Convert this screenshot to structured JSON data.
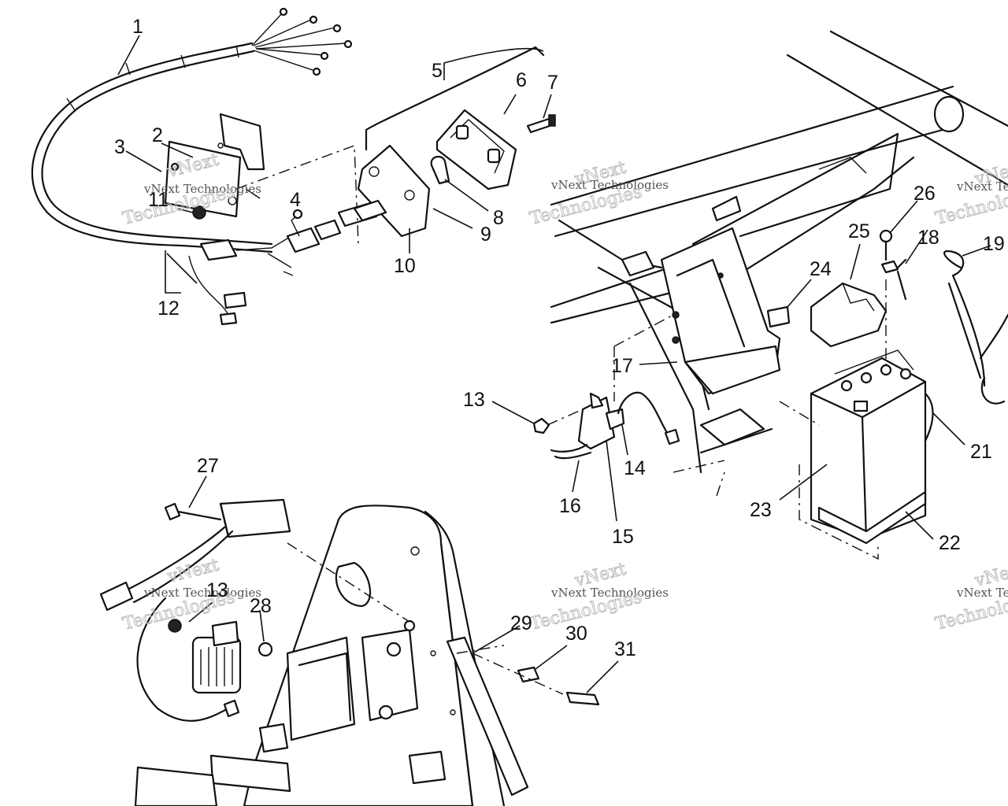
{
  "watermark": {
    "brand": "vNext",
    "sub": "vNext Technologies",
    "big": "Technologies"
  },
  "callouts": [
    "1",
    "2",
    "3",
    "4",
    "5",
    "6",
    "7",
    "8",
    "9",
    "10",
    "11",
    "12",
    "13",
    "14",
    "15",
    "16",
    "17",
    "18",
    "19",
    "21",
    "22",
    "23",
    "24",
    "25",
    "26",
    "27",
    "13",
    "28",
    "29",
    "30",
    "31"
  ]
}
